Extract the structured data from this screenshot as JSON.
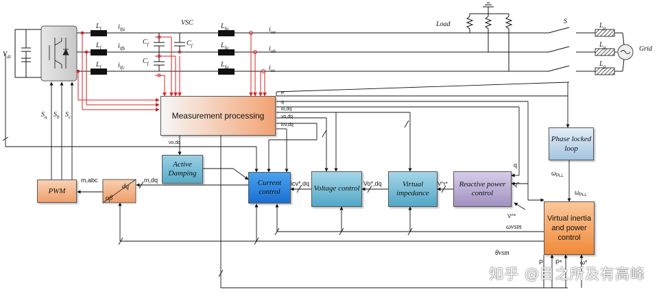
{
  "labels": {
    "vdc": "V",
    "vdc_sub": "dc",
    "vsc": "VSC",
    "load": "Load",
    "grid": "Grid",
    "switch": "S",
    "lf": "L",
    "lf_sub": "f",
    "cf": "C",
    "cf_sub": "f",
    "lfg": "L",
    "lfg_sub": "fg",
    "lg": "L",
    "lg_sub": "g",
    "ilfa": "i",
    "ilfa_sub": "lfa",
    "ilfb": "i",
    "ilfb_sub": "lfb",
    "ilfc": "i",
    "ilfc_sub": "lfc",
    "ioa": "i",
    "ioa_sub": "oa",
    "iob": "i",
    "iob_sub": "ob",
    "ioc": "i",
    "ioc_sub": "oc",
    "sa": "S",
    "sa_sub": "a",
    "sb": "S",
    "sb_sub": "b",
    "sc": "S",
    "sc_sub": "c",
    "p": "P",
    "q": "q",
    "iodq": "io,dq",
    "vodq": "vo,dq",
    "icvdq": "icv,dq",
    "vodq2": "vo,dq",
    "mabc": "m,abc",
    "mdq": "m,dq",
    "dq": "dq",
    "alphabeta": "αβ",
    "icvstar": "icv*,dq",
    "vostar": "Vo*,dq",
    "vrstar": "V^r*",
    "q_in": "q",
    "qstar": "q*",
    "vstar": "V^*",
    "omega_pll_1": "ω",
    "omega_pll_1_sub": "PLL",
    "omega_pll_2": "ω",
    "omega_pll_2_sub": "PLL",
    "omega_vsm": "ωvsm",
    "theta_vsm": "θvsm",
    "p_bottom": "P",
    "pstar": "P*",
    "omega_star": "ω*"
  },
  "blocks": {
    "measurement": "Measurement processing",
    "active_damping": "Active Damping",
    "current": "Current control",
    "voltage": "Voltage control",
    "virtual_impedance": "Virtual impedance",
    "reactive": "Reactive power control",
    "pll": "Phase locked loop",
    "vipc": "Virtual inertia and power control",
    "pwm": "PWM"
  },
  "watermark": "知乎 @目之所及有高峰",
  "colors": {
    "measurement": "#f2c7a6",
    "active_damping": "#7cc0d8",
    "current": "#2f8fe0",
    "voltage": "#6fbad3",
    "virtual_impedance": "#6fbad3",
    "reactive": "#b6a8cf",
    "pll": "#b8d2e8",
    "vipc": "#f7a257",
    "pwm": "#f2b58c",
    "signal_red": "#d62020",
    "line": "#111111"
  }
}
